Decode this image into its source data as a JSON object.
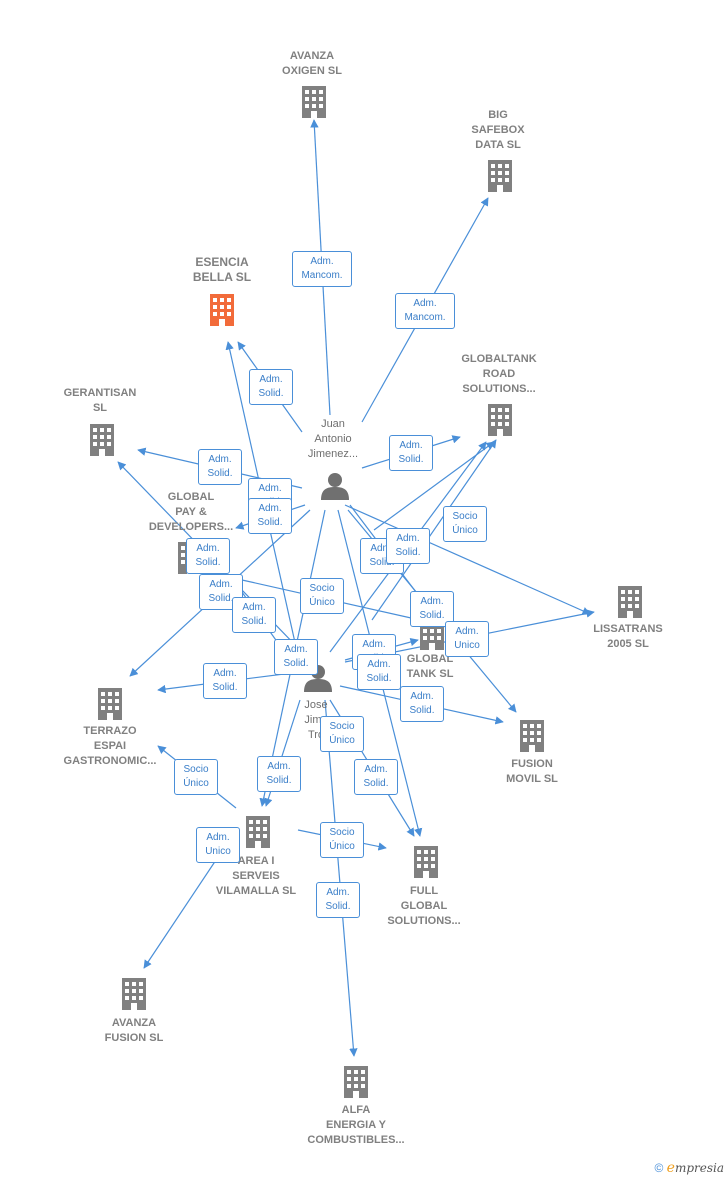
{
  "colors": {
    "edge": "#4a8fd8",
    "company": "#808080",
    "focus": "#f26b3a",
    "person": "#707070"
  },
  "companies": {
    "avanza_oxigen": "AVANZA\nOXIGEN  SL",
    "big_safebox": "BIG\nSAFEBOX\nDATA  SL",
    "esencia_bella": "ESENCIA\nBELLA  SL",
    "globaltank_road": "GLOBALTANK\nROAD\nSOLUTIONS...",
    "gerantisan": "GERANTISAN\nSL",
    "global_pay": "GLOBAL\nPAY &\nDEVELOPERS...",
    "lissatrans": "LISSATRANS\n2005 SL",
    "global_tank": "GLOBAL\nTANK SL",
    "terrazo": "TERRAZO\nESPAI\nGASTRONOMIC...",
    "fusion_movil": "FUSION\nMOVIL  SL",
    "area_i": "AREA I\nSERVEIS\nVILAMALLA SL",
    "full_global": "FULL\nGLOBAL\nSOLUTIONS...",
    "avanza_fusion": "AVANZA\nFUSION SL",
    "alfa_energia": "ALFA\nENERGIA Y\nCOMBUSTIBLES..."
  },
  "persons": {
    "juan": "Juan\nAntonio\nJimenez...",
    "jose": "Jose\nJime\nTro"
  },
  "roles": {
    "adm_mancom": "Adm.\nMancom.",
    "adm_solid": "Adm.\nSolid.",
    "adm_unico": "Adm.\nUnico",
    "socio_unico": "Socio\nÚnico"
  },
  "footer": {
    "copyright": "©",
    "brand_e": "e",
    "brand_rest": "mpresia"
  }
}
